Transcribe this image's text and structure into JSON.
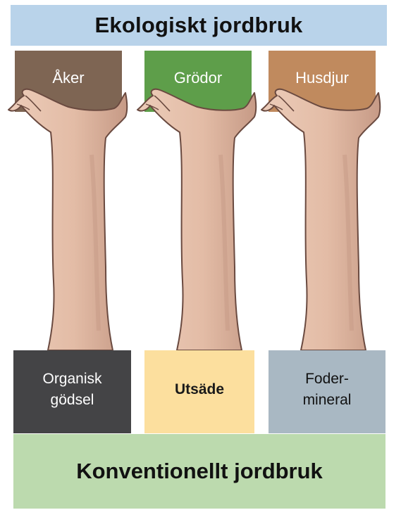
{
  "title_top": "Ekologiskt jordbruk",
  "title_bottom": "Konventionellt jordbruk",
  "top_boxes": [
    {
      "label": "Åker",
      "color": "#7e6553"
    },
    {
      "label": "Grödor",
      "color": "#5e9e4a"
    },
    {
      "label": "Husdjur",
      "color": "#c08a5e"
    }
  ],
  "bottom_boxes": [
    {
      "lines": [
        "Organisk",
        "gödsel"
      ],
      "color": "#444446"
    },
    {
      "lines": [
        "Utsäde"
      ],
      "color": "#fcdf9e"
    },
    {
      "lines": [
        "Foder-",
        "mineral"
      ],
      "color": "#a9b8c3"
    }
  ],
  "colors": {
    "top_banner": "#b9d3ea",
    "bottom_banner": "#bcdaae",
    "skin": "#e6c2ad",
    "skin_shadow": "#c9a08c",
    "outline": "#6a4a40"
  }
}
